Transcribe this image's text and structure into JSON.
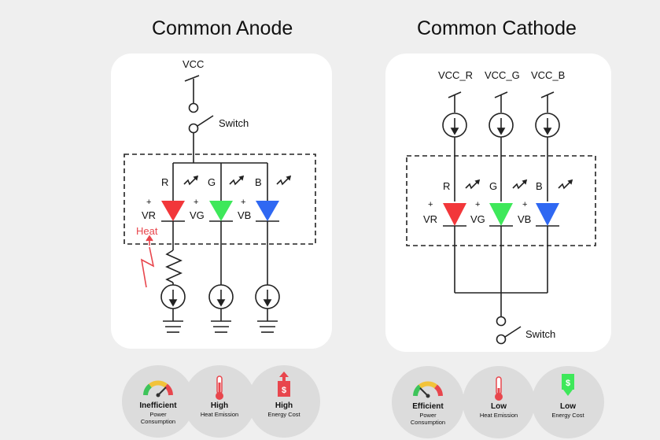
{
  "anode": {
    "title": "Common Anode",
    "vcc": "VCC",
    "switch": "Switch",
    "heat": "Heat",
    "led_labels": [
      "R",
      "G",
      "B"
    ],
    "voltage_labels": [
      "VR",
      "VG",
      "VB"
    ],
    "plus": "+"
  },
  "cathode": {
    "title": "Common Cathode",
    "vcc_labels": [
      "VCC_R",
      "VCC_G",
      "VCC_B"
    ],
    "switch": "Switch",
    "led_labels": [
      "R",
      "G",
      "B"
    ],
    "voltage_labels": [
      "VR",
      "VG",
      "VB"
    ],
    "plus": "+"
  },
  "colors": {
    "red": "#f2373a",
    "green": "#3ee85a",
    "blue": "#2f68f2",
    "heat": "#e8464d"
  },
  "badges_anode": [
    {
      "line1": "Inefficient",
      "line2a": "Power",
      "line2b": "Consumption",
      "icon": "gauge-icon"
    },
    {
      "line1": "High",
      "line2a": "Heat Emission",
      "line2b": "",
      "icon": "thermometer-icon"
    },
    {
      "line1": "High",
      "line2a": "Energy Cost",
      "line2b": "",
      "icon": "energy-cost-up-icon",
      "symbol": "$"
    }
  ],
  "badges_cathode": [
    {
      "line1": "Efficient",
      "line2a": "Power",
      "line2b": "Consumption",
      "icon": "gauge-icon"
    },
    {
      "line1": "Low",
      "line2a": "Heat Emission",
      "line2b": "",
      "icon": "thermometer-icon"
    },
    {
      "line1": "Low",
      "line2a": "Energy Cost",
      "line2b": "",
      "icon": "energy-cost-down-icon",
      "symbol": "$"
    }
  ]
}
